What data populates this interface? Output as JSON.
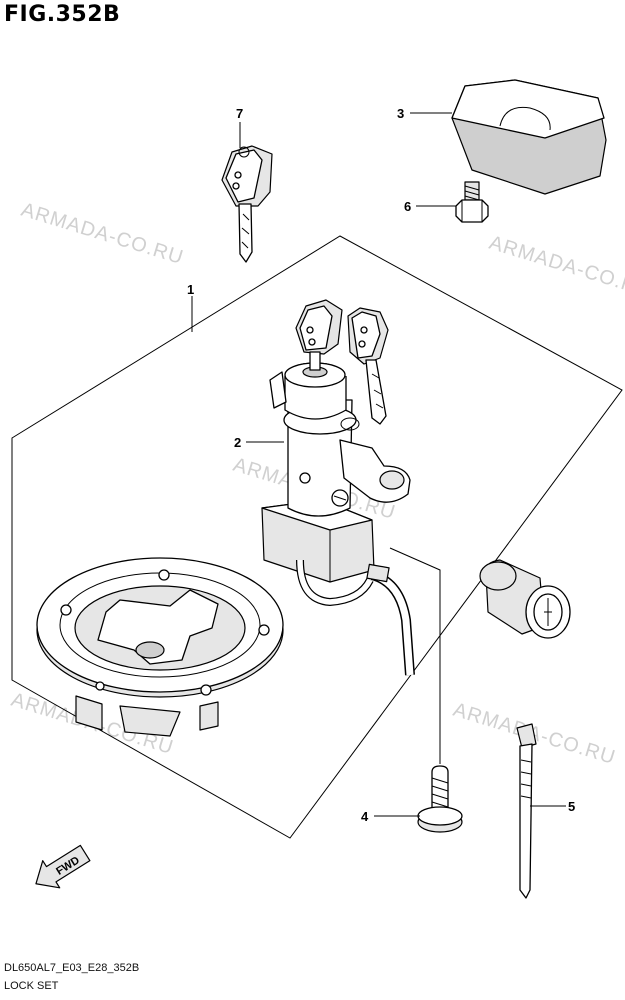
{
  "figure": {
    "title": "FIG.352B",
    "reference_code": "DL650AL7_E03_E28_352B",
    "subtitle": "LOCK SET"
  },
  "watermark": "ARMADA-CO.RU",
  "direction_label": "FWD",
  "callouts": {
    "c1": "1",
    "c2": "2",
    "c3": "3",
    "c4": "4",
    "c5": "5",
    "c6": "6",
    "c7": "7"
  }
}
